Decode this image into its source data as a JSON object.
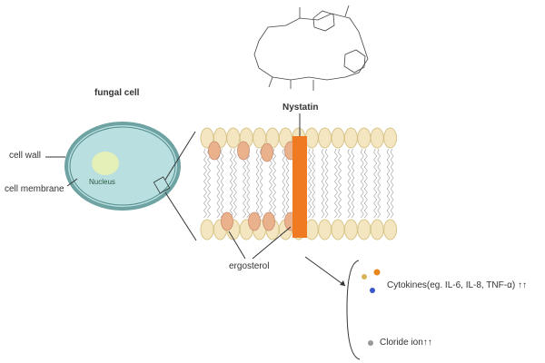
{
  "labels": {
    "fungal_cell": "fungal cell",
    "cell_wall": "cell wall",
    "cell_membrane": "cell membrane",
    "nucleus": "Nucleus",
    "nystatin": "Nystatin",
    "ergosterol": "ergosterol",
    "cytokines": "Cytokines(eg. IL-6,  IL-8,  TNF-α) ↑↑",
    "chloride": "Cloride ion↑↑"
  },
  "colors": {
    "cytoplasm": "#b9dfe0",
    "cell_wall": "#6fa3a3",
    "nucleus": "#e4f0b8",
    "lipid_head": "#f3e6c0",
    "ergosterol": "#e9b28c",
    "nystatin": "#f07a22",
    "cytokine_orange": "#e8871e",
    "cytokine_yellow": "#d9b45a",
    "cytokine_blue": "#3b56c8"
  }
}
